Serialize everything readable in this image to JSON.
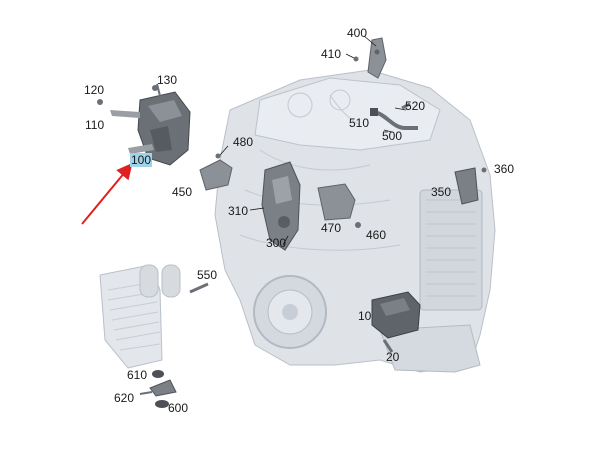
{
  "diagram": {
    "highlighted_part": "100",
    "colors": {
      "engine_body": "#dfe3e8",
      "engine_shade": "#c4cad2",
      "part_dark": "#6b6f76",
      "part_mid": "#8c9097",
      "highlight": "#9fd3ea",
      "arrow": "#e02020"
    },
    "labels": {
      "p400": "400",
      "p410": "410",
      "p520": "520",
      "p510": "510",
      "p500": "500",
      "p120": "120",
      "p130": "130",
      "p110": "110",
      "p480": "480",
      "p100": "100",
      "p450": "450",
      "p360": "360",
      "p350": "350",
      "p310": "310",
      "p470": "470",
      "p300": "300",
      "p460": "460",
      "p550": "550",
      "p10": "10",
      "p20": "20",
      "p610": "610",
      "p620": "620",
      "p600": "600"
    }
  }
}
